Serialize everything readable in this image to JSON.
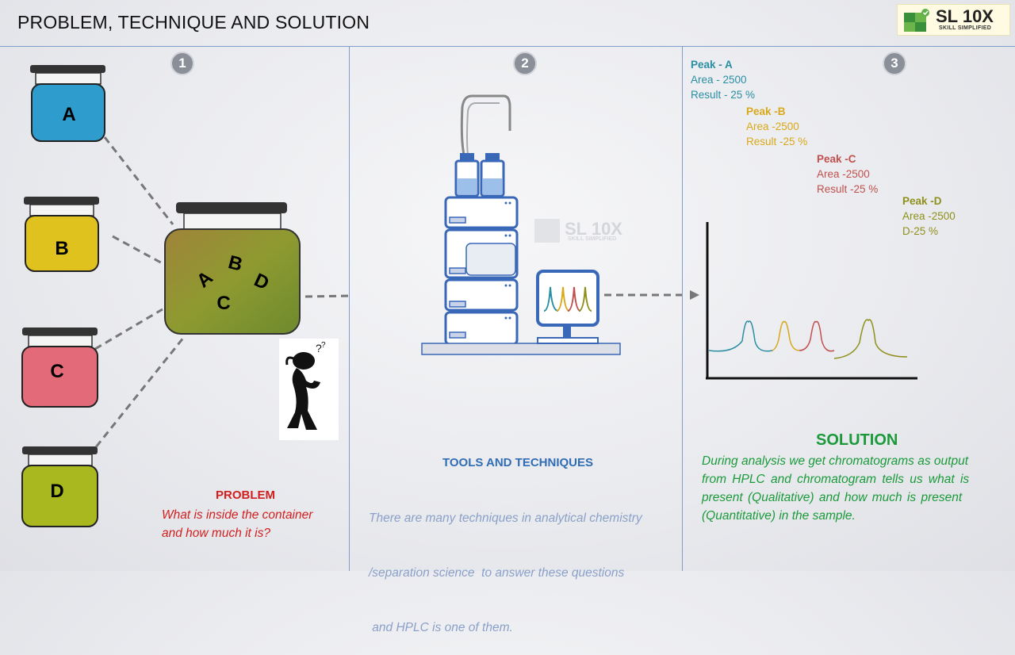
{
  "title": "PROBLEM, TECHNIQUE AND SOLUTION",
  "logo": {
    "main": "SL 10X",
    "sub": "SKILL SIMPLIFIED"
  },
  "watermark": {
    "main": "SL 10X",
    "sub": "SKILL SIMPLIFIED"
  },
  "steps": [
    "1",
    "2",
    "3"
  ],
  "jars": [
    {
      "label": "A",
      "color": "#2e9ccd"
    },
    {
      "label": "B",
      "color": "#e0c21e"
    },
    {
      "label": "C",
      "color": "#e36a78"
    },
    {
      "label": "D",
      "color": "#a8b81e"
    }
  ],
  "mixture": {
    "labels": [
      "A",
      "B",
      "D",
      "C"
    ]
  },
  "problem": {
    "heading": "PROBLEM",
    "line1": "What is inside the container",
    "line2": "and how much it is?"
  },
  "tools": {
    "heading": "TOOLS AND TECHNIQUES",
    "line1": "There are many techniques in analytical chemistry",
    "line2": "/separation science  to answer these questions",
    "line3": " and HPLC is one of them."
  },
  "peaks": [
    {
      "name": "Peak - A",
      "area": "Area - 2500",
      "result": "Result - 25 %",
      "color": "#2a8ea3"
    },
    {
      "name": "Peak -B",
      "area": "Area -2500",
      "result": "Result -25 %",
      "color": "#d9a81a"
    },
    {
      "name": "Peak -C",
      "area": "Area -2500",
      "result": "Result -25 %",
      "color": "#c0504d"
    },
    {
      "name": "Peak -D",
      "area": "Area -2500",
      "result": "D-25 %",
      "color": "#8f8f1c"
    }
  ],
  "solution": {
    "heading": "SOLUTION",
    "line1": "During analysis we get chromatograms as output",
    "line2": "from HPLC and chromatogram tells us what is",
    "line3": "present (Qualitative) and how much is present",
    "line4": "(Quantitative) in the sample."
  },
  "colors": {
    "divider": "#7f9fc9",
    "instrument": "#3a68b8",
    "problem": "#d11f1f",
    "tools_heading": "#2f6db5",
    "tools_text": "#8aa0c8",
    "solution": "#1a9a3a"
  }
}
